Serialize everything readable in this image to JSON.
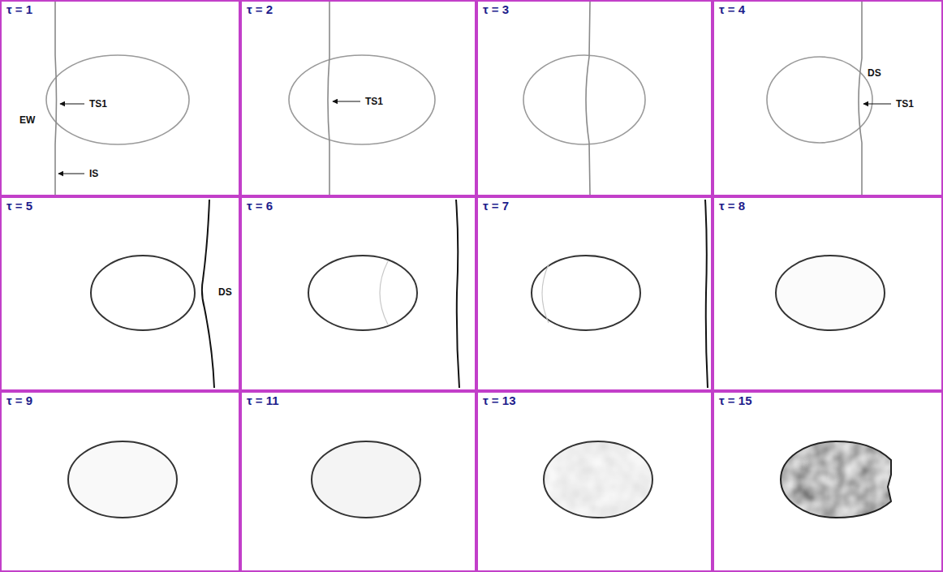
{
  "diagram": {
    "nodes": [
      {
        "text": [
          "τ = 1"
        ]
      },
      {
        "text": [
          "τ = 2"
        ]
      },
      {
        "text": [
          "τ = 3"
        ]
      },
      {
        "text": [
          "τ = 4"
        ]
      },
      {
        "text": [
          "τ = 5"
        ]
      },
      {
        "text": [
          "τ = 6"
        ]
      },
      {
        "text": [
          "τ = 7"
        ]
      },
      {
        "text": [
          "τ = 8"
        ]
      },
      {
        "text": [
          "τ = 9"
        ]
      },
      {
        "text": [
          "τ = 11"
        ]
      },
      {
        "text": [
          "τ = 13"
        ]
      },
      {
        "text": [
          "τ = 15"
        ]
      }
    ],
    "labels": [
      "EW",
      "TS1",
      "IS",
      "TS1",
      "DS",
      "TS1",
      "DS"
    ]
  }
}
